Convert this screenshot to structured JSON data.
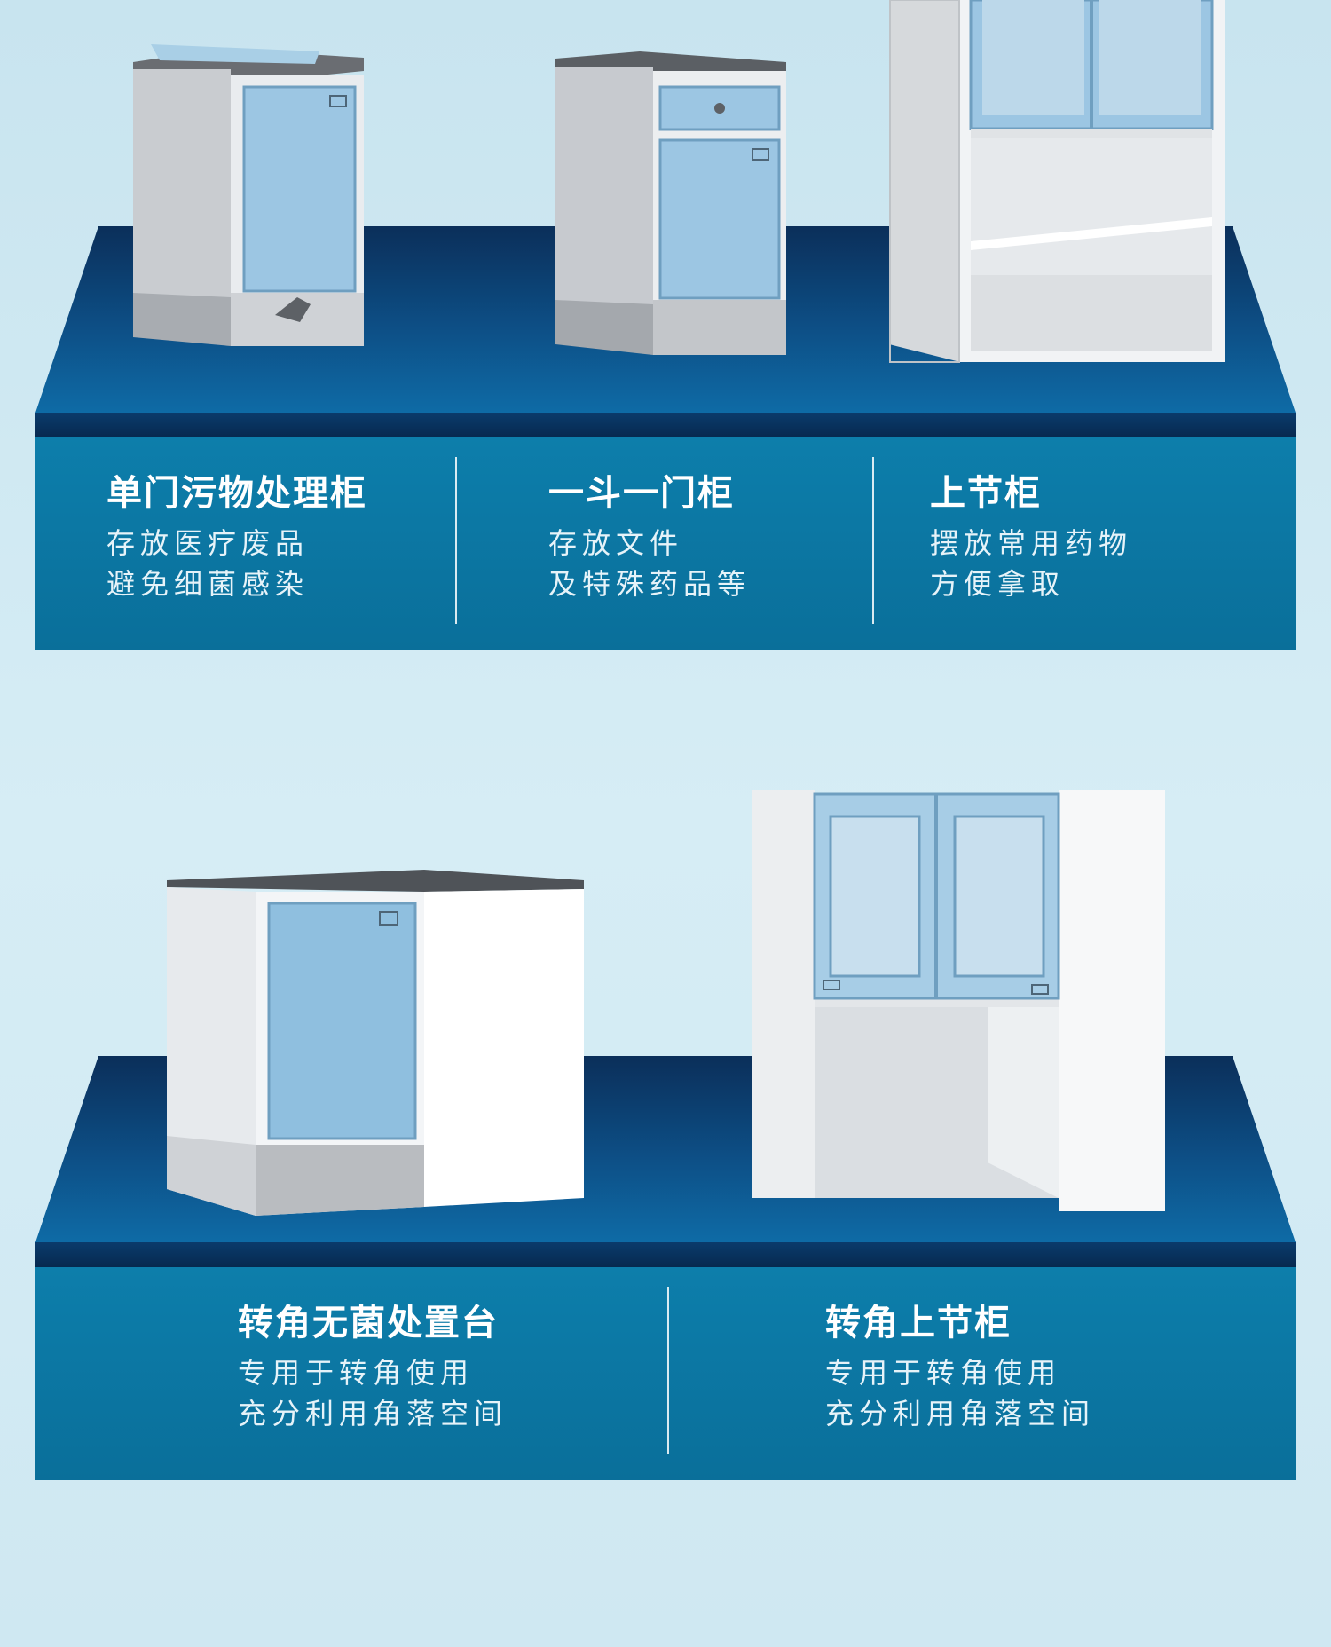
{
  "row1": {
    "products": [
      {
        "title": "单门污物处理柜",
        "lines": [
          "存放医疗废品",
          "避免细菌感染"
        ],
        "icon": "waste-disposal-cabinet-icon"
      },
      {
        "title": "一斗一门柜",
        "lines": [
          "存放文件",
          "及特殊药品等"
        ],
        "icon": "drawer-door-cabinet-icon"
      },
      {
        "title": "上节柜",
        "lines": [
          "摆放常用药物",
          "方便拿取"
        ],
        "icon": "upper-cabinet-icon"
      }
    ]
  },
  "row2": {
    "products": [
      {
        "title": "转角无菌处置台",
        "lines": [
          "专用于转角使用",
          "充分利用角落空间"
        ],
        "icon": "corner-sterile-station-icon"
      },
      {
        "title": "转角上节柜",
        "lines": [
          "专用于转角使用",
          "充分利用角落空间"
        ],
        "icon": "corner-upper-cabinet-icon"
      }
    ]
  },
  "colors": {
    "background": "#d2eaf3",
    "platform_dark": "#0b2f5a",
    "platform_front": "#0d7eab",
    "door_blue": "#9cc6e3",
    "caption_text": "#ffffff"
  }
}
